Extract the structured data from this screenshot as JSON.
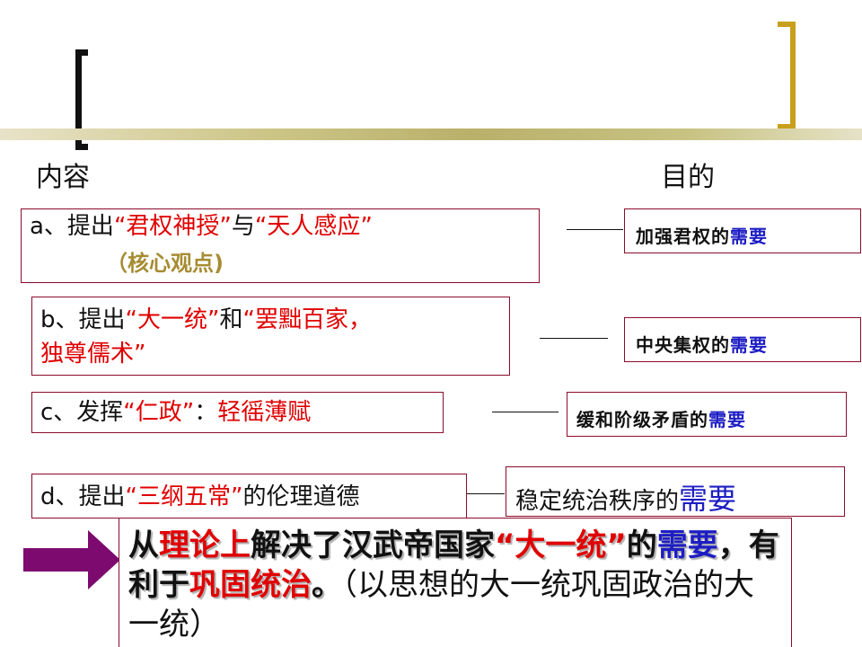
{
  "headings": {
    "left": "内容",
    "right": "目的"
  },
  "items": [
    {
      "prefix": "a、提出",
      "q1": "“君权神授”",
      "mid": "与",
      "q2": "“天人感应”",
      "note": "（核心观点)"
    },
    {
      "prefix": "b、提出",
      "q1": "“大一统”",
      "mid": "和",
      "q2": "“罢黜百家，",
      "q3": "独尊儒术”"
    },
    {
      "prefix": "c、发挥",
      "q1": "“仁政”",
      "mid": "：",
      "q2": "轻徭薄赋"
    },
    {
      "prefix": "d、提出",
      "q1": "“三纲五常”",
      "mid": "的伦理道德"
    }
  ],
  "purposes": [
    {
      "text": "加强君权的",
      "need": "需要"
    },
    {
      "text": "中央集权的",
      "need": "需要"
    },
    {
      "text": "缓和阶级矛盾的",
      "need": "需要"
    },
    {
      "text": "稳定统治秩序的",
      "need": "需要"
    }
  ],
  "conclusion": {
    "p1": "从",
    "p2": "理论上",
    "p3": "解决了汉武帝国家",
    "p4": "“大一统”",
    "p5": "的",
    "p6": "需要",
    "p7": "，有利于",
    "p8": "巩固统治",
    "p9": "。",
    "p10": "（以思想的大一统巩固政治的大一统）"
  },
  "colors": {
    "red": "#e00000",
    "blue": "#1d1dc4",
    "box_border": "#8c0b2a",
    "arrow": "#7d0b6f",
    "gold": "#c9a01c"
  }
}
